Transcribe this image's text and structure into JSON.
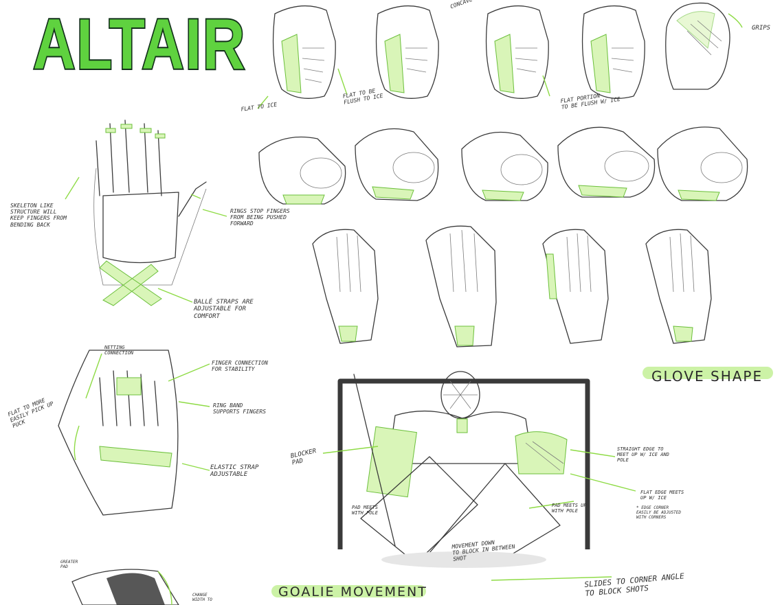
{
  "logo": {
    "text": "ALTAIR"
  },
  "headings": {
    "glove_shape": "GLOVE SHAPE",
    "goalie_movement": "GOALIE MOVEMENT"
  },
  "notes": {
    "flat_to_ice": "FLAT TO ICE",
    "flat_to_be_flush": "FLAT TO BE\nFLUSH TO ICE",
    "flat_portion": "FLAT PORTION\nTO BE FLUSH W/ ICE",
    "grips": "GRIPS",
    "concave": "CONCAVE",
    "skeleton": "SKELETON LIKE\nSTRUCTURE WILL\nKEEP FINGERS FROM\nBENDING BACK",
    "rings_stop": "RINGS STOP FINGERS\nFROM BEING PUSHED\nFORWARD",
    "balle_straps": "BALLÉ STRAPS ARE\nADJUSTABLE FOR\nCOMFORT",
    "netting": "NETTING\nCONNECTION",
    "finger_connection": "FINGER CONNECTION\nFOR STABILITY",
    "ring_band": "RING BAND\nSUPPORTS FINGERS",
    "flat_pick_up": "FLAT TO MORE\nEASILY PICK UP\nPUCK",
    "elastic_strap": "ELASTIC STRAP\nADJUSTABLE",
    "blocker_pad": "BLOCKER\nPAD",
    "pad_meets_pole": "PAD MEETS\nWITH POLE",
    "straight_edge": "STRAIGHT EDGE TO\nMEET UP W/ ICE AND\nPOLE",
    "flat_edge": "FLAT EDGE MEETS\nUP W/ ICE",
    "edge_corner": "* EDGE CORNER\nEASILY BE ADJUSTED\nWITH CORNERS",
    "pad_meets_up": "PAD MEETS UP\nWITH POLE",
    "movement_down": "MOVEMENT DOWN\nTO BLOCK IN BETWEEN\nSHOT",
    "slides_corner": "SLIDES TO CORNER ANGLE\nTO BLOCK SHOTS",
    "greater_pad": "GREATER\nPAD",
    "change_width": "CHANGE\nWIDTH TO"
  },
  "colors": {
    "accent_green": "#8edb45",
    "highlight": "#ccf2a6",
    "logo_green": "#5fd23f",
    "ink": "#2b2b2b"
  }
}
